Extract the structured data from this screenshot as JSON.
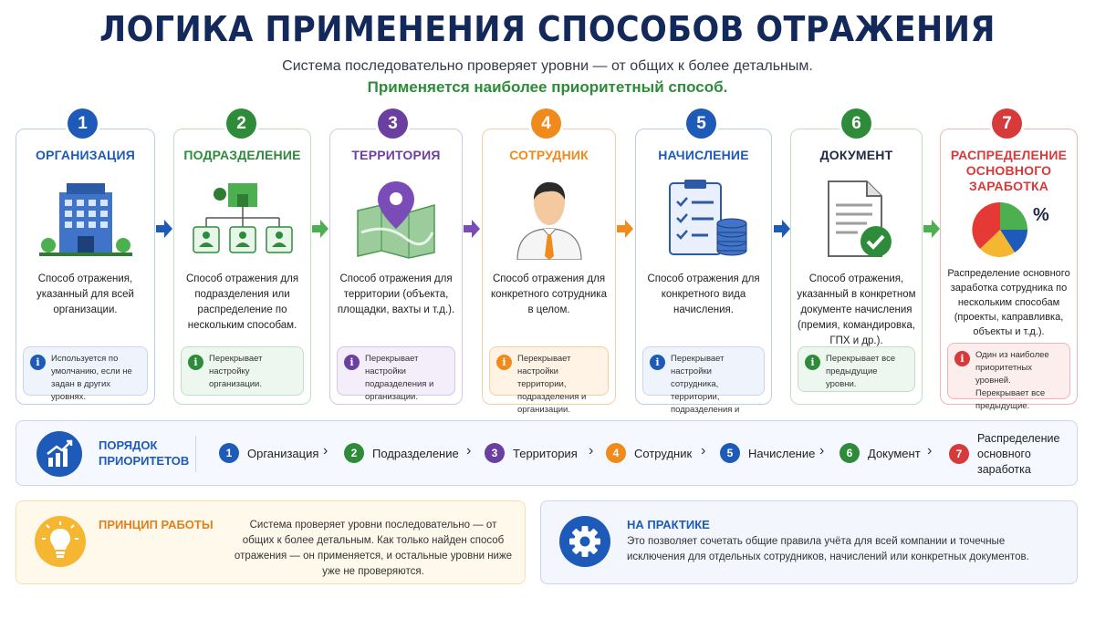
{
  "header": {
    "title": "ЛОГИКА ПРИМЕНЕНИЯ СПОСОБОВ ОТРАЖЕНИЯ",
    "subtitle": "Система последовательно проверяет уровни — от общих к более детальным.",
    "subtitle_accent": "Применяется наиболее приоритетный способ."
  },
  "colors": {
    "navy": "#13285b",
    "blue": "#1e5bb8",
    "green": "#2e8b3a",
    "purple": "#6a3fa0",
    "orange": "#f08a1c",
    "red": "#d63a3a"
  },
  "levels": [
    {
      "number": "1",
      "title": "ОРГАНИЗАЦИЯ",
      "icon": "office-building-icon",
      "description": "Способ отражения, указанный для всей организации.",
      "note": "Используется по умолчанию, если не задан в других уровнях."
    },
    {
      "number": "2",
      "title": "ПОДРАЗДЕЛЕНИЕ",
      "icon": "org-structure-icon",
      "description": "Способ отражения для подразделения или распределение по нескольким способам.",
      "note": "Перекрывает настройку организации."
    },
    {
      "number": "3",
      "title": "ТЕРРИТОРИЯ",
      "icon": "map-pin-icon",
      "description": "Способ отражения для территории (объекта, площадки, вахты и т.д.).",
      "note": "Перекрывает настройки подразделения и организации."
    },
    {
      "number": "4",
      "title": "СОТРУДНИК",
      "icon": "employee-icon",
      "description": "Способ отражения для конкретного сотрудника в целом.",
      "note": "Перекрывает настройки территории, подразделения и организации."
    },
    {
      "number": "5",
      "title": "НАЧИСЛЕНИЕ",
      "icon": "checklist-coins-icon",
      "description": "Способ отражения для конкретного вида начисления.",
      "note": "Перекрывает настройки сотрудника, территории, подразделения и организации."
    },
    {
      "number": "6",
      "title": "ДОКУМЕНТ",
      "icon": "document-check-icon",
      "description": "Способ отражения, указанный в конкретном документе начисления (премия, командировка, ГПХ и др.).",
      "note": "Перекрывает все предыдущие уровни."
    },
    {
      "number": "7",
      "title": "РАСПРЕДЕЛЕНИЕ ОСНОВНОГО ЗАРАБОТКА",
      "icon": "pie-chart-percent-icon",
      "description": "Распределение основного заработка сотрудника по нескольким способам (проекты, каправливка, объекты и т.д.).",
      "note": "Один из наиболее приоритетных уровней. Перекрывает все предыдущие."
    }
  ],
  "priority": {
    "title": "ПОРЯДОК ПРИОРИТЕТОВ",
    "icon": "growth-chart-icon",
    "items": [
      {
        "number": "1",
        "label": "Организация"
      },
      {
        "number": "2",
        "label": "Подразделение"
      },
      {
        "number": "3",
        "label": "Территория"
      },
      {
        "number": "4",
        "label": "Сотрудник"
      },
      {
        "number": "5",
        "label": "Начисление"
      },
      {
        "number": "6",
        "label": "Документ"
      },
      {
        "number": "7",
        "label": "Распределение основного заработка"
      }
    ]
  },
  "principle": {
    "title": "ПРИНЦИП РАБОТЫ",
    "icon": "lightbulb-icon",
    "text": "Система проверяет уровни последовательно — от общих к более детальным. Как только найден способ отражения — он применяется, и остальные уровни ниже уже не проверяются."
  },
  "practice": {
    "title": "НА ПРАКТИКЕ",
    "icon": "gear-icon",
    "text": "Это позволяет сочетать общие правила учёта для всей компании и точечные исключения для отдельных сотрудников, начислений или конкретных документов."
  }
}
